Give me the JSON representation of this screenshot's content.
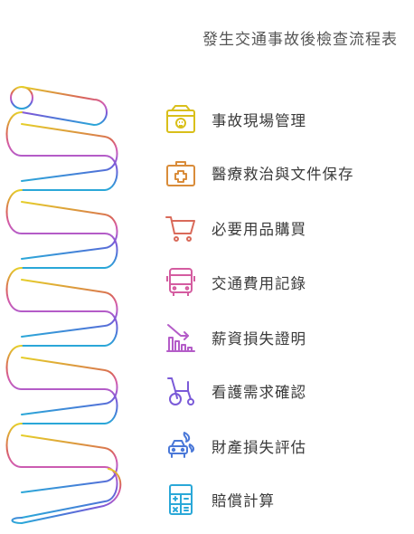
{
  "title": "發生交通事故後檢查流程表",
  "steps": [
    {
      "label": "事故現場管理",
      "icon": "first-aid-box-icon",
      "color": "#d9bf1a"
    },
    {
      "label": "醫療救治與文件保存",
      "icon": "medical-kit-icon",
      "color": "#d98c3a"
    },
    {
      "label": "必要用品購買",
      "icon": "shopping-cart-icon",
      "color": "#d96a5a"
    },
    {
      "label": "交通費用記錄",
      "icon": "bus-icon",
      "color": "#d45ca0"
    },
    {
      "label": "薪資損失證明",
      "icon": "declining-chart-icon",
      "color": "#b45cc8"
    },
    {
      "label": "看護需求確認",
      "icon": "wheelchair-icon",
      "color": "#7a5ad8"
    },
    {
      "label": "財產損失評估",
      "icon": "car-fire-icon",
      "color": "#4a78d8"
    },
    {
      "label": "賠償計算",
      "icon": "calculator-icon",
      "color": "#2aa8d8"
    }
  ]
}
